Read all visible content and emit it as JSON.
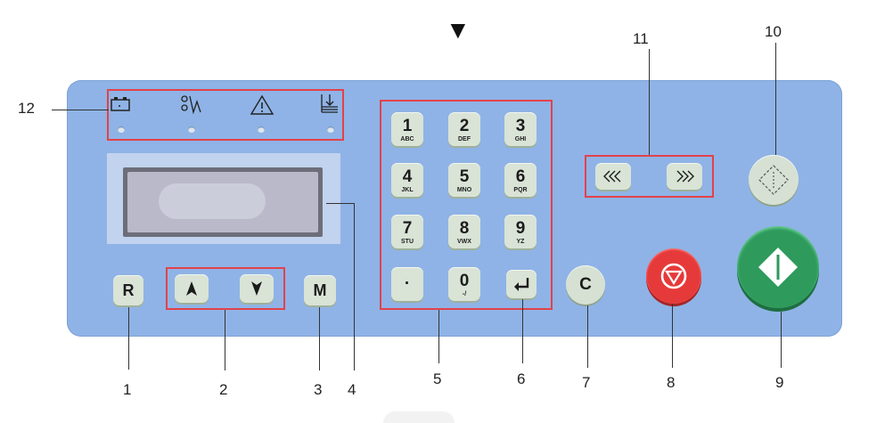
{
  "top_marker": "▼",
  "callouts": {
    "c1": "1",
    "c2": "2",
    "c3": "3",
    "c4": "4",
    "c5": "5",
    "c6": "6",
    "c7": "7",
    "c8": "8",
    "c9": "9",
    "c10": "10",
    "c11": "11",
    "c12": "12"
  },
  "keypad": [
    {
      "num": "1",
      "sub": "ABC"
    },
    {
      "num": "2",
      "sub": "DEF"
    },
    {
      "num": "3",
      "sub": "GHI"
    },
    {
      "num": "4",
      "sub": "JKL"
    },
    {
      "num": "5",
      "sub": "MNO"
    },
    {
      "num": "6",
      "sub": "PQR"
    },
    {
      "num": "7",
      "sub": "STU"
    },
    {
      "num": "8",
      "sub": "VWX"
    },
    {
      "num": "9",
      "sub": "YZ"
    },
    {
      "num": "·",
      "sub": ""
    },
    {
      "num": "0",
      "sub": "-/"
    }
  ],
  "buttons": {
    "r": "R",
    "m": "M",
    "c": "C"
  },
  "colors": {
    "panel": "#8fb3e6",
    "highlight_box": "#e2424a",
    "key": "#d9e3d6",
    "stop": "#e63a3a",
    "start": "#2e9a5c"
  },
  "icons": [
    "battery-icon",
    "tool-wave-icon",
    "warning-icon",
    "download-icon",
    "arrow-up-icon",
    "arrow-down-icon",
    "enter-icon",
    "rewind-icon",
    "fast-forward-icon",
    "diamond-icon",
    "stop-icon",
    "start-icon"
  ]
}
